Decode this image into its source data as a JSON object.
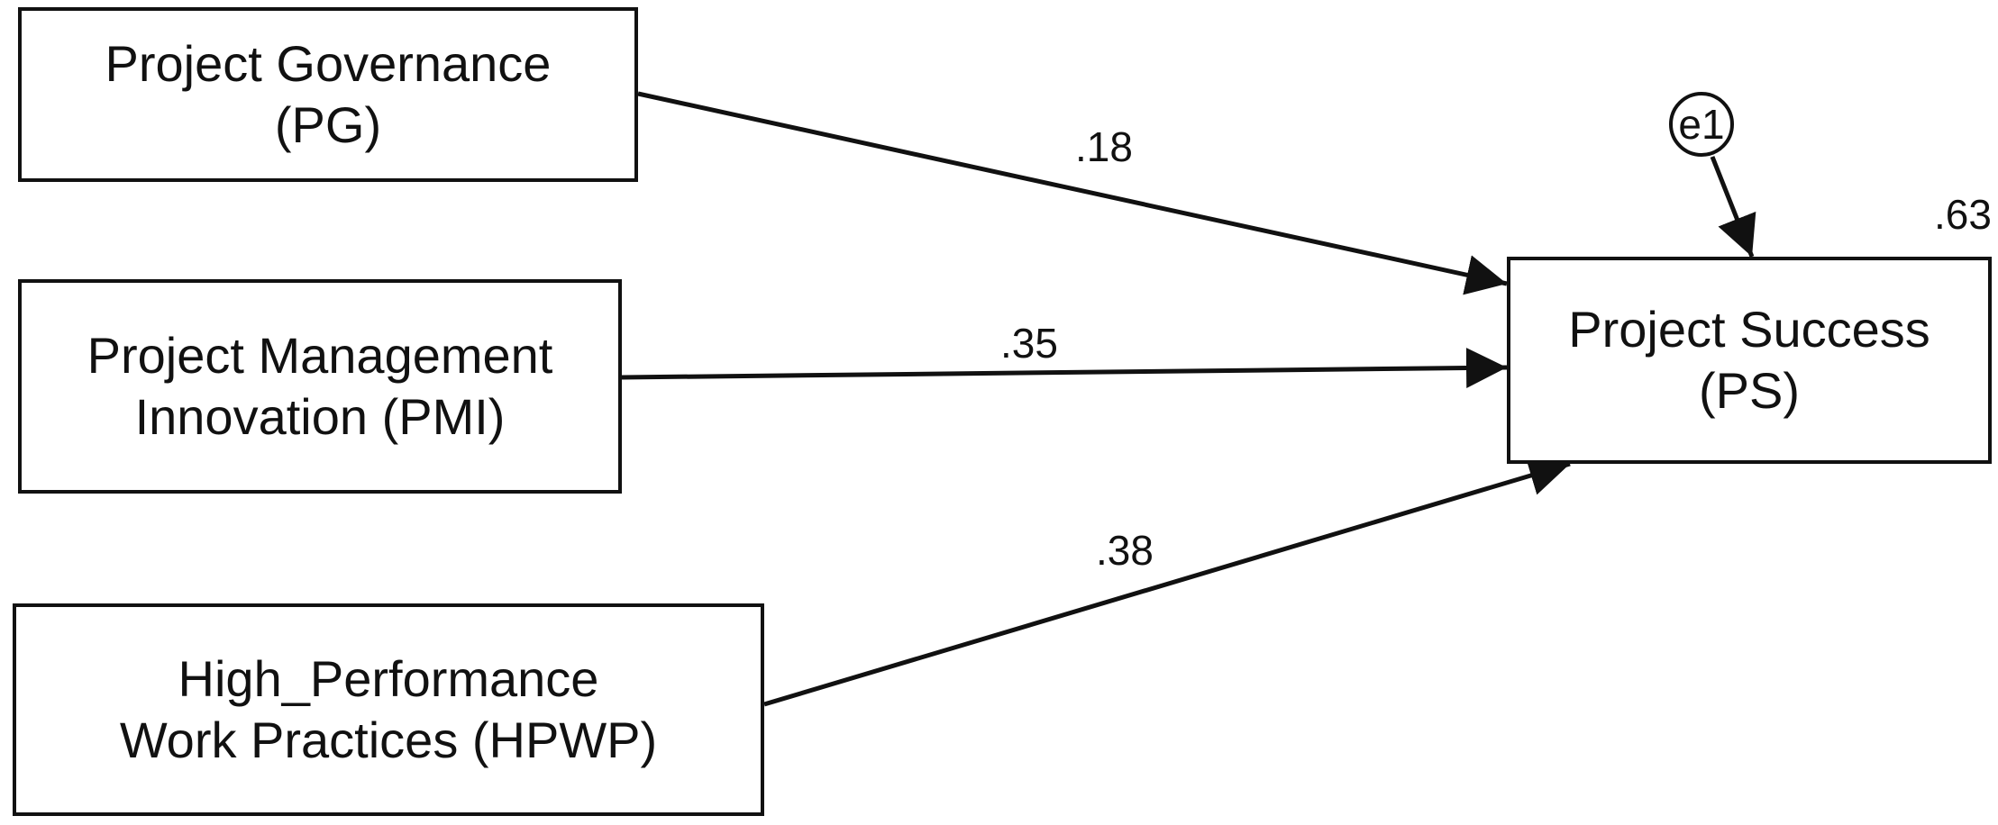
{
  "nodes": {
    "pg": {
      "line1": "Project Governance",
      "line2": "(PG)"
    },
    "pmi": {
      "line1": "Project Management",
      "line2": "Innovation (PMI)"
    },
    "hpwp": {
      "line1": "High_Performance",
      "line2": "Work Practices (HPWP)"
    },
    "ps": {
      "line1": "Project Success",
      "line2": "(PS)"
    }
  },
  "error_term": "e1",
  "paths": [
    {
      "from": "PG",
      "to": "PS",
      "coefficient": ".18"
    },
    {
      "from": "PMI",
      "to": "PS",
      "coefficient": ".35"
    },
    {
      "from": "HPWP",
      "to": "PS",
      "coefficient": ".38"
    },
    {
      "from": "e1",
      "to": "PS"
    }
  ],
  "r_squared": ".63",
  "colors": {
    "stroke": "#111111",
    "background": "#ffffff"
  }
}
